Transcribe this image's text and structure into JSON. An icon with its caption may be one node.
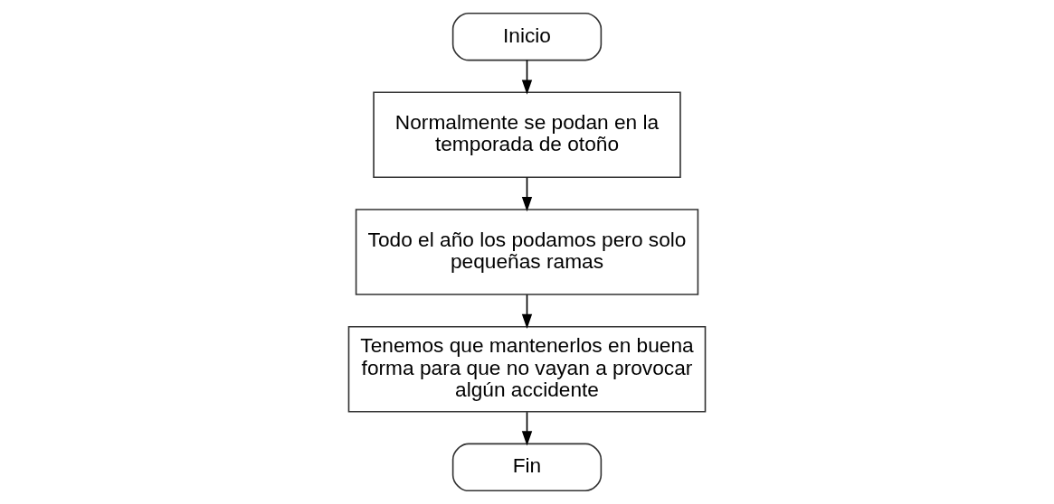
{
  "diagram": {
    "nodes": [
      {
        "text": [
          "Inicio"
        ]
      },
      {
        "text": [
          "Normalmente se podan en la temporada de otoño"
        ]
      },
      {
        "text": [
          "Todo el año los podamos pero solo pequeñas ramas"
        ]
      },
      {
        "text": [
          "Tenemos que mantenerlos en buena forma para que no vayan a provocar algún accidente"
        ]
      },
      {
        "text": [
          "Fin"
        ]
      }
    ],
    "edges": [
      {
        "from": 0,
        "to": 1,
        "arrow": "to"
      },
      {
        "from": 1,
        "to": 2,
        "arrow": "to"
      },
      {
        "from": 2,
        "to": 3,
        "arrow": "to"
      },
      {
        "from": 3,
        "to": 4,
        "arrow": "to"
      }
    ]
  }
}
